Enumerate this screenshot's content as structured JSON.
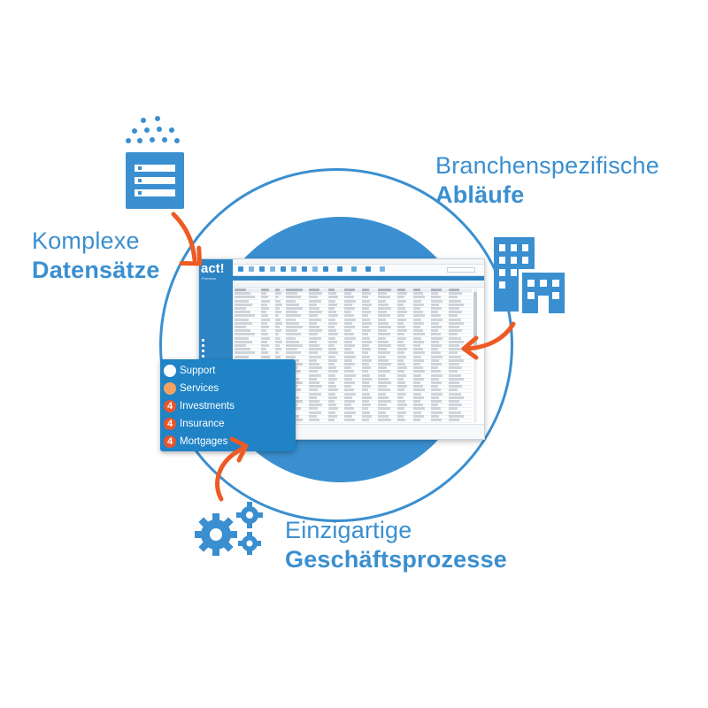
{
  "labels": {
    "complex": {
      "line1": "Komplexe",
      "line2": "Datensätze"
    },
    "industry": {
      "line1": "Branchenspezifische",
      "line2": "Abläufe"
    },
    "unique": {
      "line1": "Einzigartige",
      "line2": "Geschäftsprozesse"
    }
  },
  "app": {
    "logo": "act!",
    "logo_sub": "Premium"
  },
  "menu": {
    "items": [
      {
        "label": "Support",
        "icon": "headset-icon"
      },
      {
        "label": "Services",
        "icon": "worker-icon"
      },
      {
        "label": "Investments",
        "icon": "four-icon"
      },
      {
        "label": "Insurance",
        "icon": "four-icon"
      },
      {
        "label": "Mortgages",
        "icon": "four-icon"
      }
    ]
  },
  "colors": {
    "brand_blue": "#3a8fd0",
    "popup_blue": "#1f83c6",
    "arrow_orange": "#ee5a24"
  }
}
